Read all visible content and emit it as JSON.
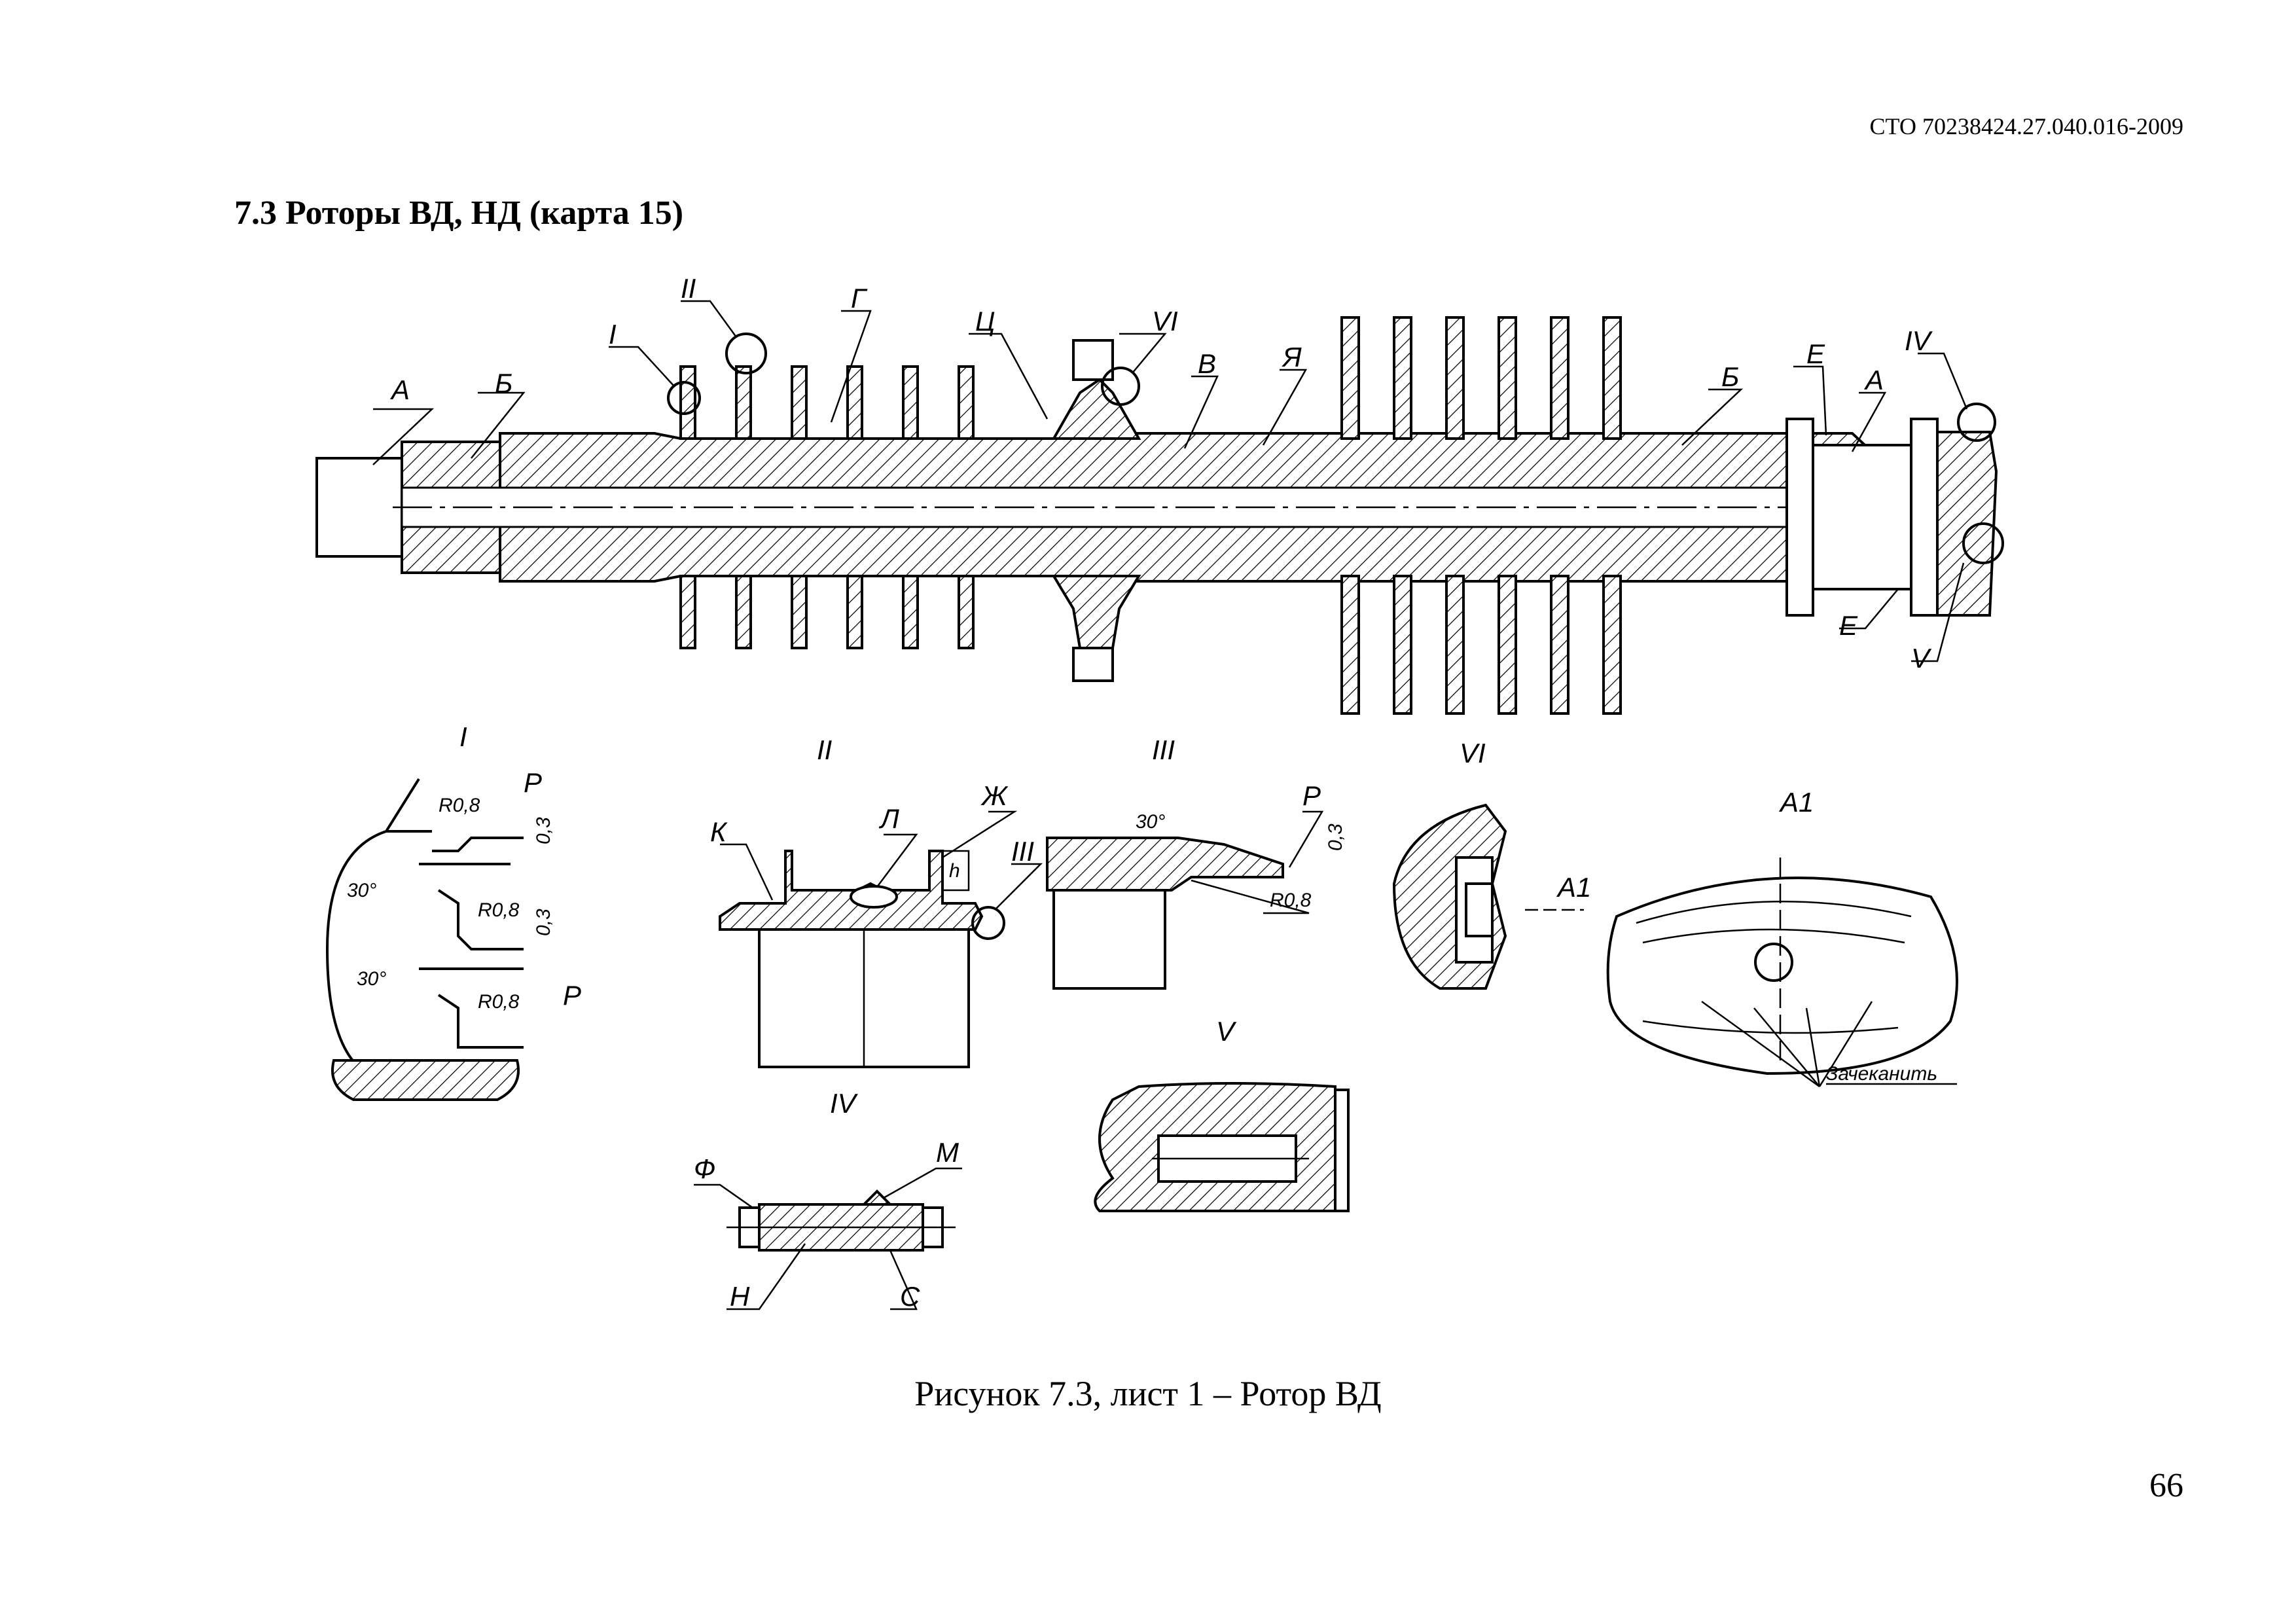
{
  "header": {
    "doc_code": "СТО 70238424.27.040.016-2009"
  },
  "section": {
    "title": "7.3 Роторы ВД, НД (карта 15)"
  },
  "drawing": {
    "rotor_labels": {
      "a_left": "А",
      "b_left": "Б",
      "i": "I",
      "ii": "II",
      "g": "Г",
      "ts": "Ц",
      "vi": "VI",
      "v_b": "В",
      "ya": "Я",
      "b_right": "Б",
      "e_top": "Е",
      "a_right": "А",
      "iv": "IV",
      "e_bottom": "Е",
      "v": "V"
    },
    "detail_I": {
      "title": "I",
      "r1": "R0,8",
      "r2": "R0,8",
      "r3": "R0,8",
      "d1": "0,3",
      "d2": "0,3",
      "a1": "30°",
      "a2": "30°",
      "p1": "Р",
      "p2": "Р"
    },
    "detail_II": {
      "title": "II",
      "k": "К",
      "l": "Л",
      "zh": "Ж",
      "h": "h",
      "iii": "III"
    },
    "detail_III": {
      "title": "III",
      "angle": "30°",
      "p": "Р",
      "d": "0,3",
      "r": "R0,8"
    },
    "detail_VI": {
      "title": "VI",
      "a1": "А1"
    },
    "detail_A1": {
      "title": "А1",
      "note": "Зачеканить"
    },
    "detail_IV": {
      "title": "IV",
      "f": "Ф",
      "m": "М",
      "n": "Н",
      "s": "С"
    },
    "detail_V": {
      "title": "V"
    }
  },
  "caption": "Рисунок 7.3, лист 1 – Ротор ВД",
  "page_number": "66"
}
